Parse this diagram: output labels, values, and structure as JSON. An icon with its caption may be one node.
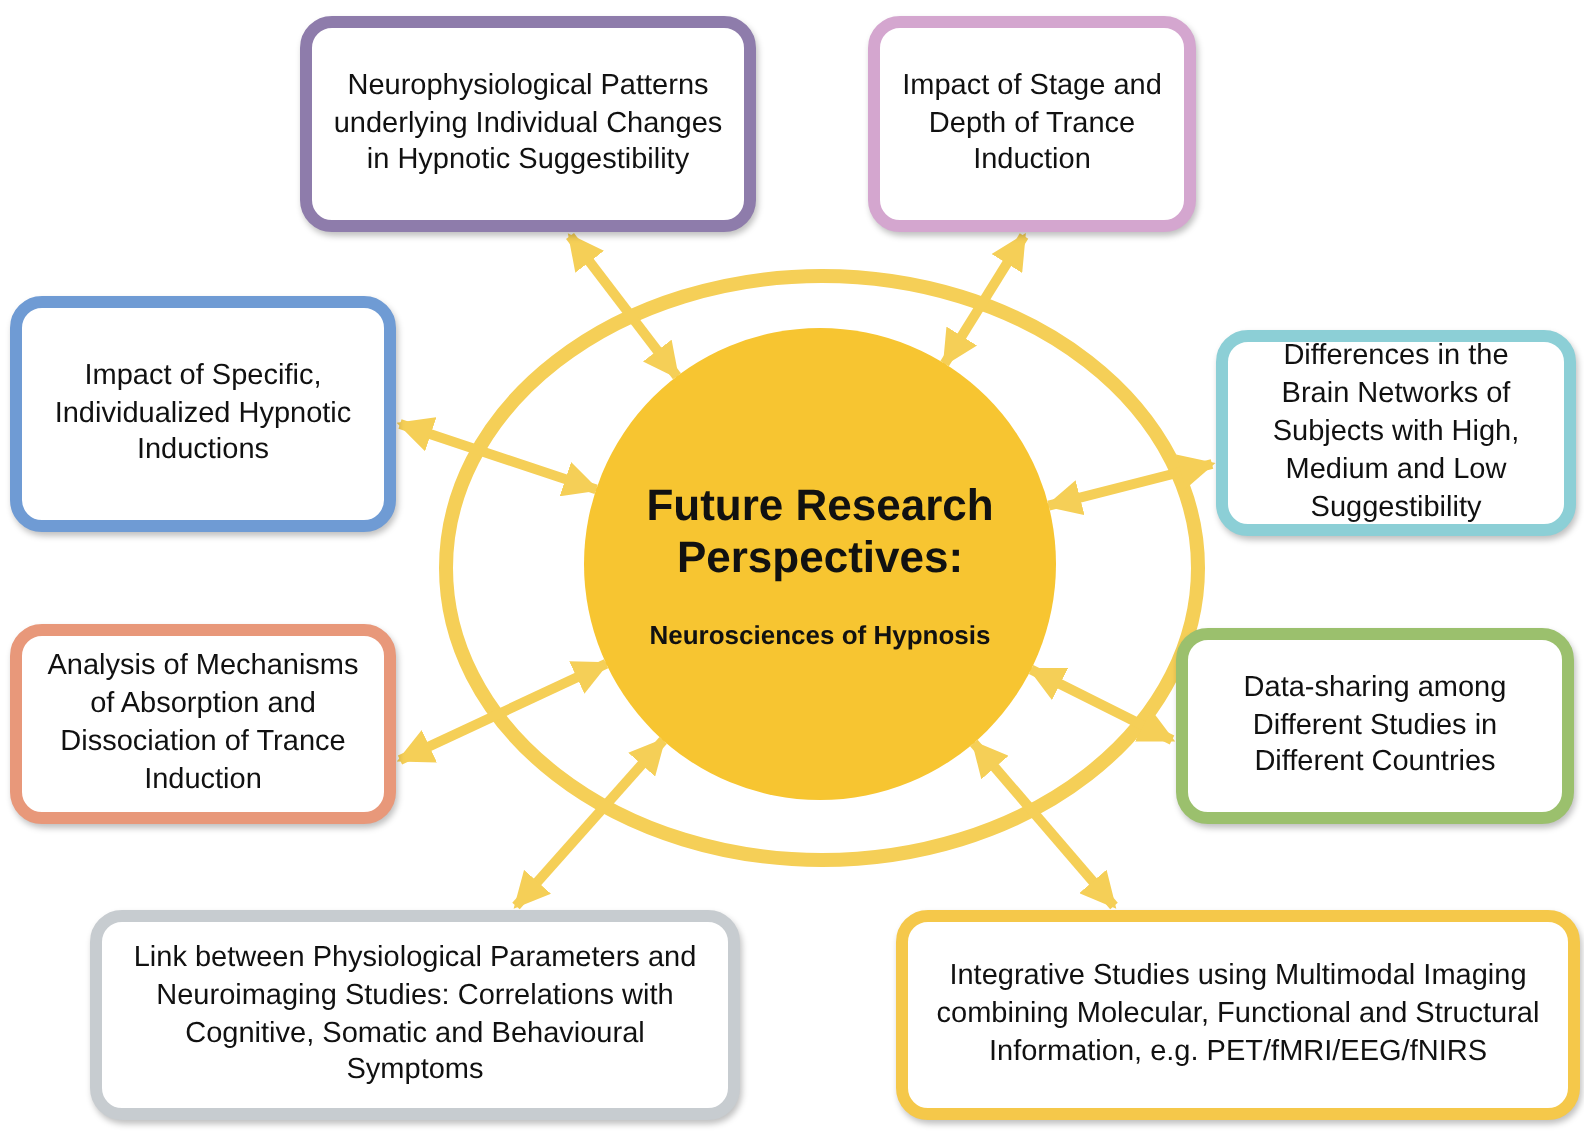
{
  "diagram": {
    "nodes": [
      {
        "text": [
          "Future Research Perspectives:",
          "Neurosciences of Hypnosis"
        ]
      },
      {
        "text": [
          "Neurophysiological Patterns underlying Individual Changes in Hypnotic Suggestibility"
        ]
      },
      {
        "text": [
          "Impact of Stage and Depth of Trance Induction"
        ]
      },
      {
        "text": [
          "Impact of Specific, Individualized Hypnotic Inductions"
        ]
      },
      {
        "text": [
          "Differences in the Brain Networks of Subjects with High, Medium and Low Suggestibility"
        ]
      },
      {
        "text": [
          "Analysis of Mechanisms of Absorption and Dissociation of Trance Induction"
        ]
      },
      {
        "text": [
          "Data-sharing among Different Studies in Different Countries"
        ]
      },
      {
        "text": [
          "Link between Physiological Parameters and Neuroimaging Studies: Correlations with Cognitive, Somatic and Behavioural Symptoms"
        ]
      },
      {
        "text": [
          "Integrative Studies using Multimodal Imaging combining Molecular, Functional and Structural Information, e.g. PET/fMRI/EEG/fNIRS"
        ]
      }
    ],
    "edges": [
      {
        "from": 0,
        "to": 1,
        "arrow": "both"
      },
      {
        "from": 0,
        "to": 2,
        "arrow": "both"
      },
      {
        "from": 0,
        "to": 3,
        "arrow": "both"
      },
      {
        "from": 0,
        "to": 4,
        "arrow": "both"
      },
      {
        "from": 0,
        "to": 5,
        "arrow": "both"
      },
      {
        "from": 0,
        "to": 6,
        "arrow": "both"
      },
      {
        "from": 0,
        "to": 7,
        "arrow": "both"
      },
      {
        "from": 0,
        "to": 8,
        "arrow": "both"
      }
    ]
  }
}
